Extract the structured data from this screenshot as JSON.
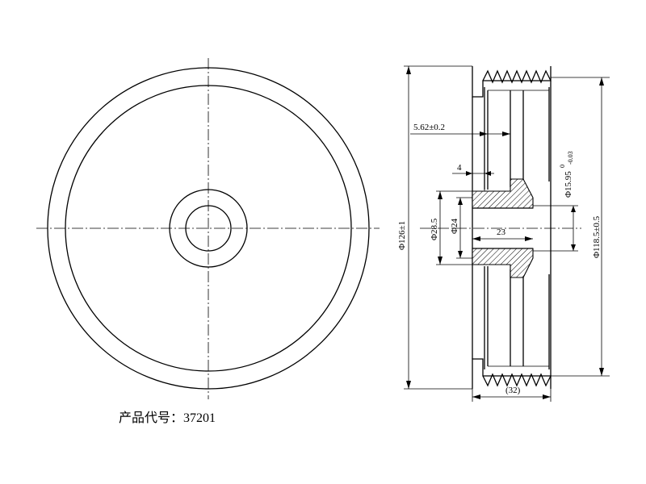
{
  "labels": {
    "product_code": "产品代号：37201",
    "dim_overall_dia": "Φ126±1",
    "dim_groove_dia": "Φ118.5±0.5",
    "dim_offset": "5.62±0.2",
    "dim_four": "4",
    "dim_bore_main": "Φ15.95",
    "dim_bore_tol_upper": "0",
    "dim_bore_tol_lower": "-0.03",
    "dim_hub_outer": "Φ28.5",
    "dim_hub_inner": "Φ24",
    "dim_hub_length": "23",
    "dim_width": "(32)"
  }
}
